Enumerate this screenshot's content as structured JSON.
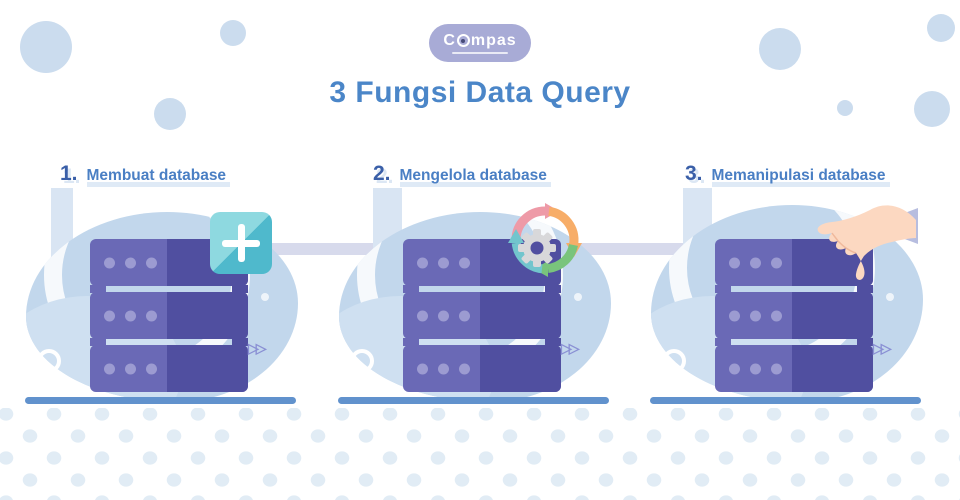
{
  "logo": {
    "prefix": "C",
    "suffix": "mpas"
  },
  "title": "3 Fungsi Data Query",
  "sections": [
    {
      "number": "1.",
      "label": "Membuat database",
      "icon": "plus-icon"
    },
    {
      "number": "2.",
      "label": "Mengelola database",
      "icon": "cycle-gear-icon"
    },
    {
      "number": "3.",
      "label": "Memanipulasi database",
      "icon": "hand-icon"
    }
  ],
  "glyphs": {
    "fast_forward": "▷▷"
  },
  "colors": {
    "title_blue": "#4b86c8",
    "heading_blue": "#4a7fc4",
    "number_navy": "#3a5fa8",
    "logo_bg": "#a8abd6",
    "server_light": "#6a69b6",
    "server_dark": "#504fa0",
    "server_dots": "#9c9bd1",
    "blob_blue": "#c2d7ec",
    "connector_lavender": "#d7daec",
    "baseline_blue": "#6192cd",
    "teal_light": "#8ed9e0",
    "teal_dark": "#4fb9cc",
    "cycle_pink": "#ee9aa7",
    "cycle_orange": "#f7ad68",
    "cycle_green": "#79c47c",
    "cycle_teal": "#72c5cd",
    "gear_gray": "#d8d8da",
    "hand_skin": "#fcd8c1",
    "sleeve": "#b7bddf"
  }
}
